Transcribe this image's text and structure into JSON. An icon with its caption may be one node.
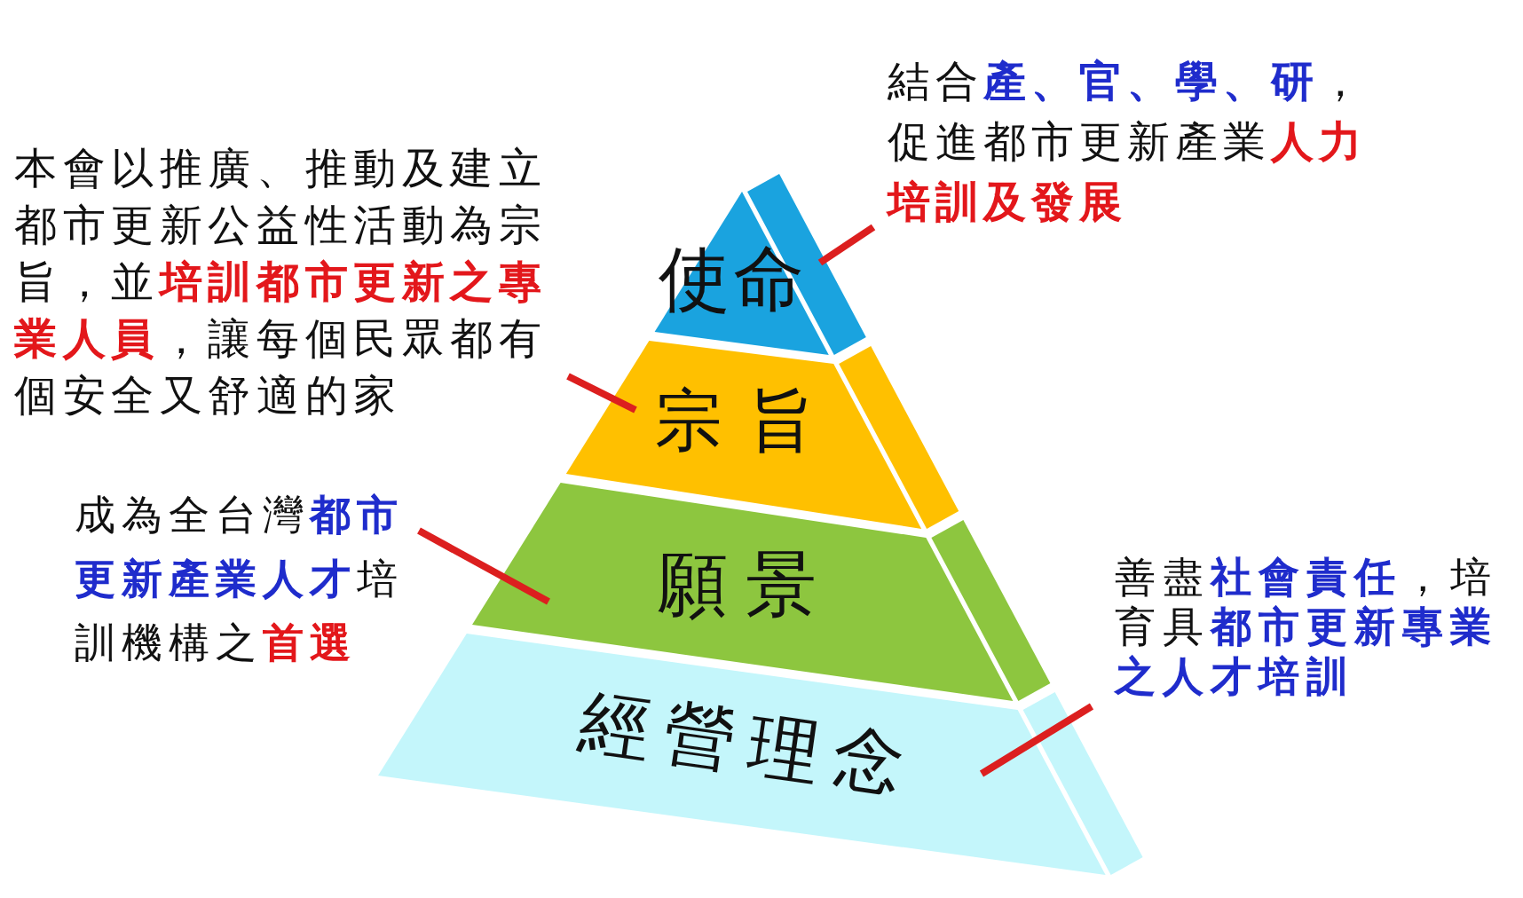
{
  "diagram": {
    "nodes": [
      {
        "text": [
          "結合**產、官、學、研**，促進都市更新產業**人力培訓及發展**"
        ]
      },
      {
        "text": [
          "使命"
        ]
      },
      {
        "text": [
          "本會以推廣、推動及建立都市更新公益性活動為宗旨，並**培訓都市更新之專業人員**，讓每個民眾都有個安全又舒適的家"
        ]
      },
      {
        "text": [
          "宗旨"
        ]
      },
      {
        "text": [
          "成為全台灣**都市更新產業人才**培訓機構之**首選**"
        ]
      },
      {
        "text": [
          "願景"
        ]
      },
      {
        "text": [
          "善盡**社會責任**，培育具**都市更新專業之人才培訓**"
        ]
      },
      {
        "text": [
          "經營理念"
        ]
      }
    ],
    "edges": [
      {
        "from": 0,
        "to": 1,
        "arrow": "none"
      },
      {
        "from": 2,
        "to": 3,
        "arrow": "none"
      },
      {
        "from": 4,
        "to": 5,
        "arrow": "none"
      },
      {
        "from": 6,
        "to": 7,
        "arrow": "none"
      }
    ]
  }
}
